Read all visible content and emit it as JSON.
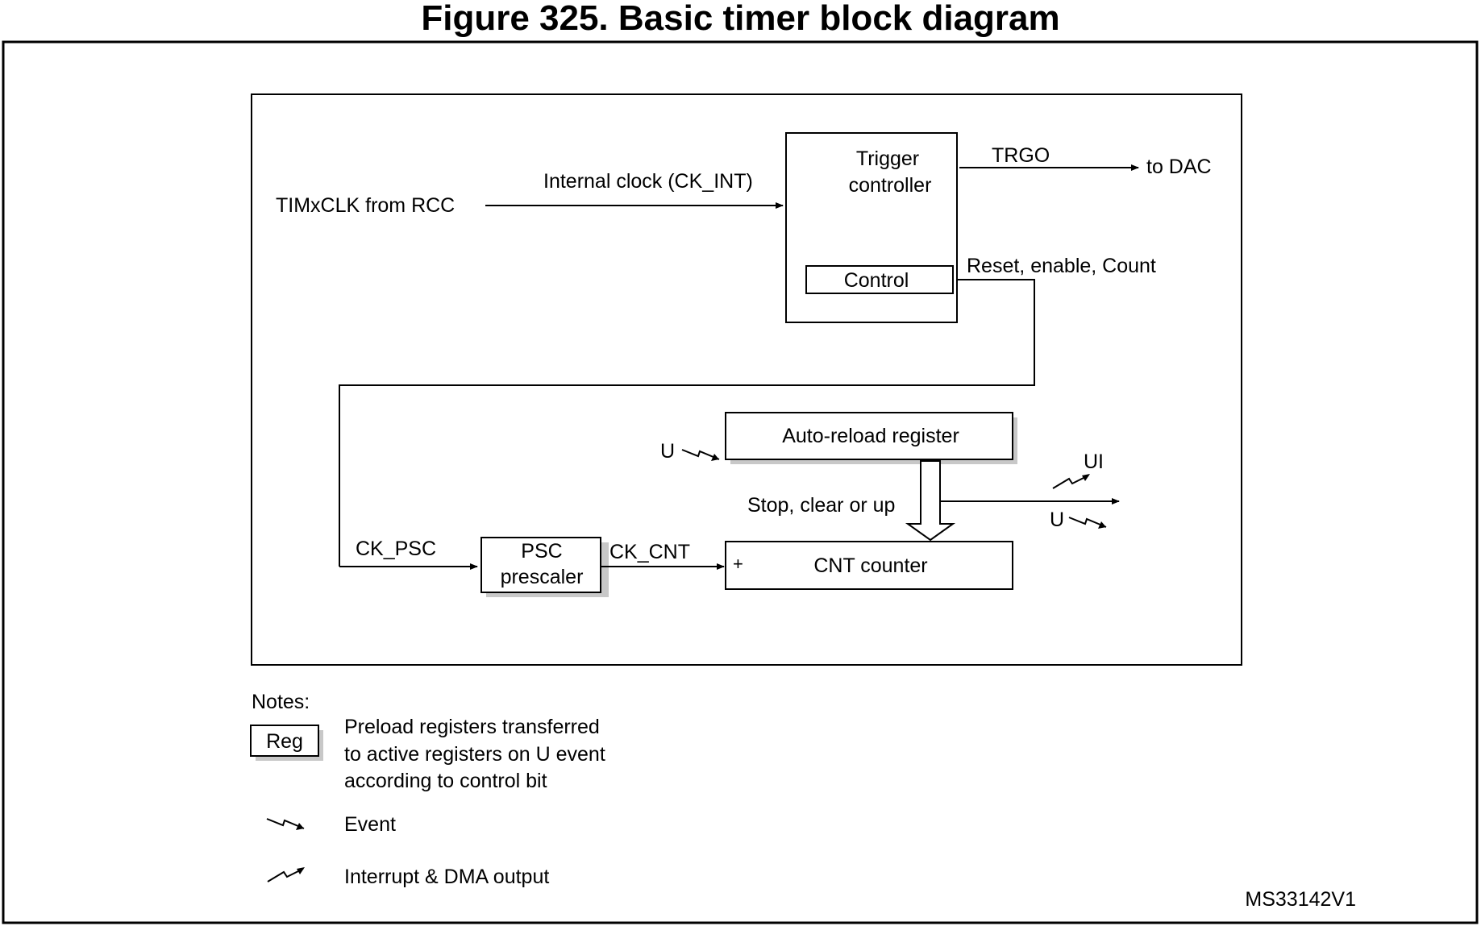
{
  "title": "Figure 325. Basic timer block diagram",
  "inputs": {
    "timxclk": "TIMxCLK from RCC",
    "internal_clock": "Internal clock (CK_INT)"
  },
  "blocks": {
    "trigger_controller": [
      "Trigger",
      "controller"
    ],
    "control": "Control",
    "auto_reload": "Auto-reload register",
    "psc_prescaler": [
      "PSC",
      "prescaler"
    ],
    "cnt_counter": "CNT counter",
    "cnt_plus": "+"
  },
  "signals": {
    "trgo": "TRGO",
    "to_dac": "to DAC",
    "reset_enable_count": "Reset, enable, Count",
    "ck_psc": "CK_PSC",
    "ck_cnt": "CK_CNT",
    "u_arr": "U",
    "stop_clear_up": "Stop, clear or up",
    "ui": "UI",
    "u_out": "U"
  },
  "notes": {
    "heading": "Notes:",
    "reg_box": "Reg",
    "reg_description": [
      "Preload registers transferred",
      "to active registers on U event",
      "according to control bit"
    ],
    "event_label": "Event",
    "interrupt_label": "Interrupt & DMA output"
  },
  "figure_id": "MS33142V1",
  "colors": {
    "line": "#000000",
    "shadow": "#c8c8c8",
    "background": "#ffffff"
  }
}
